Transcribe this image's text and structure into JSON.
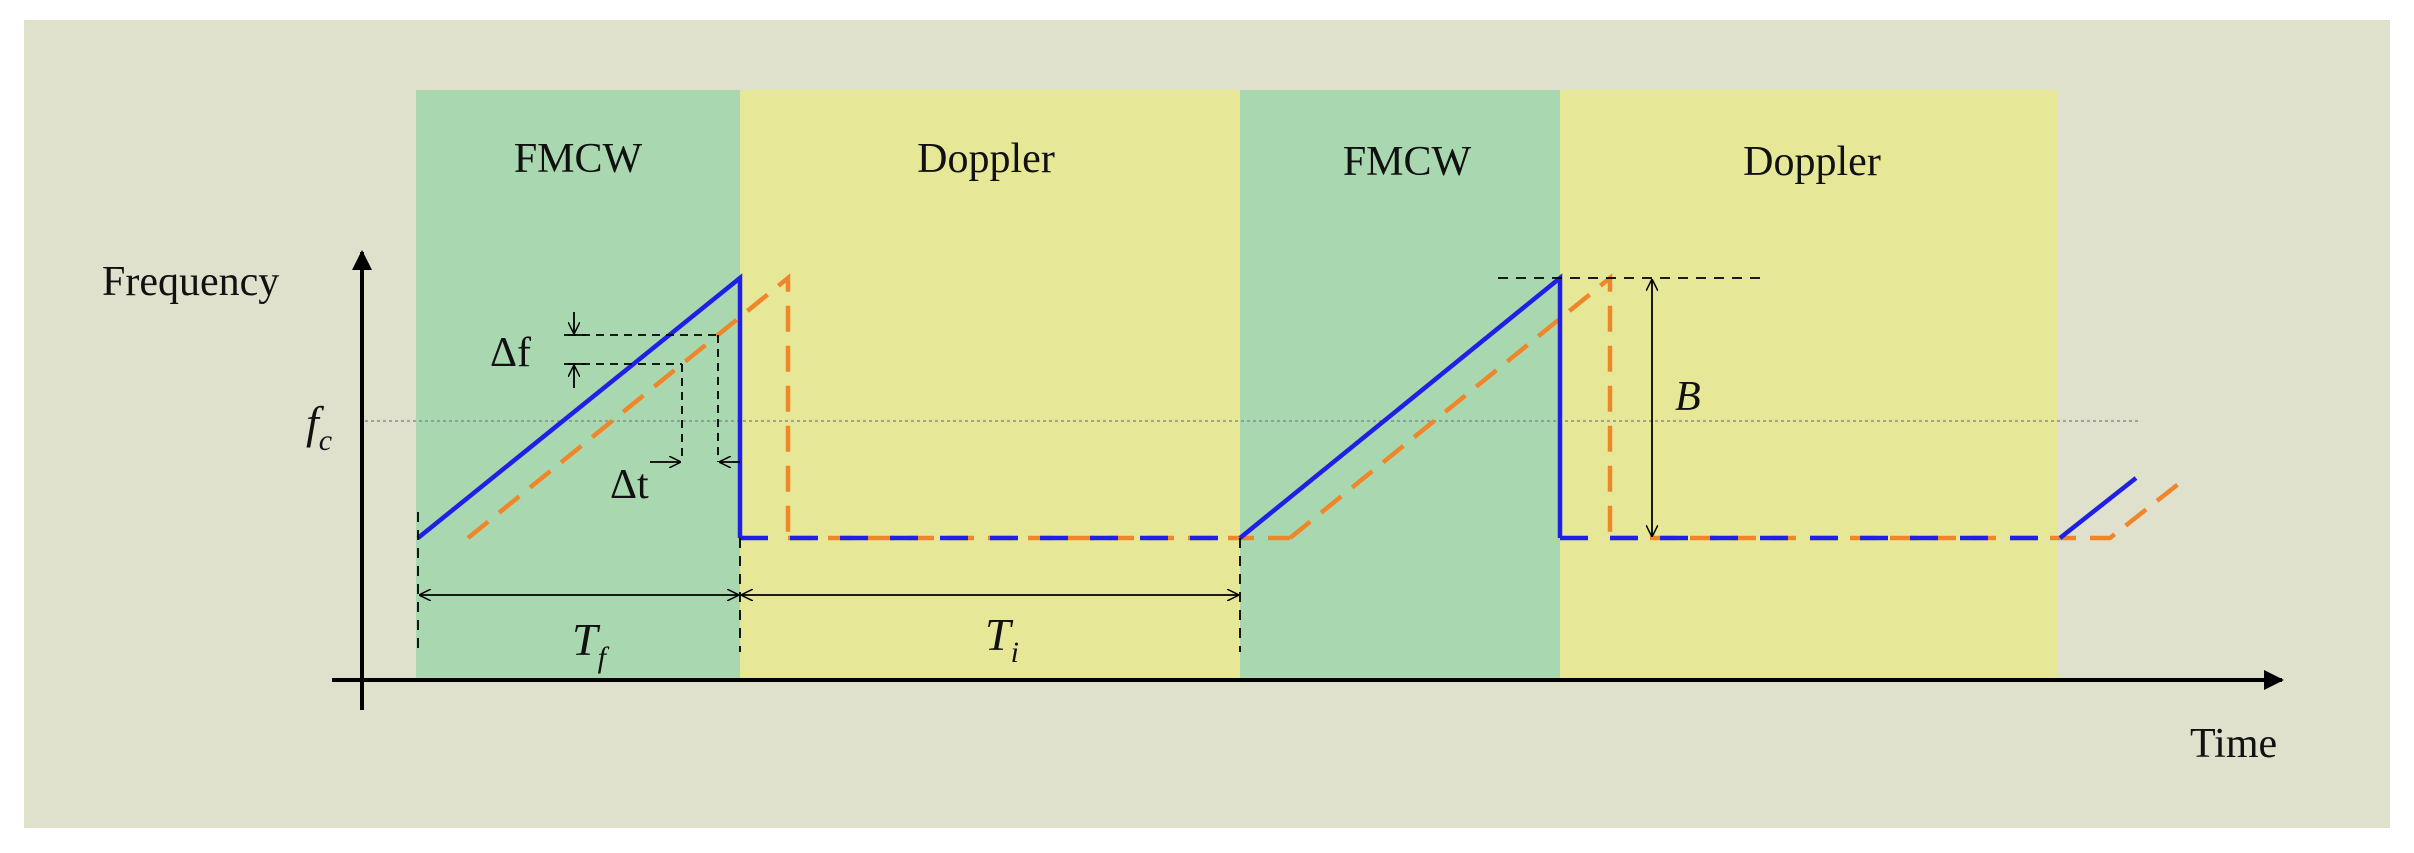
{
  "colors": {
    "background": "#dfe1cc",
    "fmcw_region": "#a9d8b0",
    "doppler_region": "#e6e897",
    "tx_line": "#1f1fe6",
    "rx_line": "#f0862a",
    "annotation": "#000000",
    "carrier_line": "#8a8a8a"
  },
  "regions": [
    {
      "label": "FMCW",
      "kind": "fmcw"
    },
    {
      "label": "Doppler",
      "kind": "doppler"
    },
    {
      "label": "FMCW",
      "kind": "fmcw"
    },
    {
      "label": "Doppler",
      "kind": "doppler"
    }
  ],
  "axes": {
    "y_label": "Frequency",
    "x_label": "Time"
  },
  "symbols": {
    "fc_main": "f",
    "fc_sub": "c",
    "delta_f": "Δf",
    "delta_t": "Δt",
    "Tf_main": "T",
    "Tf_sub": "f",
    "Ti_main": "T",
    "Ti_sub": "i",
    "B": "B"
  },
  "series": [
    {
      "role": "transmitted",
      "style": "solid"
    },
    {
      "role": "received",
      "style": "dashed"
    }
  ]
}
